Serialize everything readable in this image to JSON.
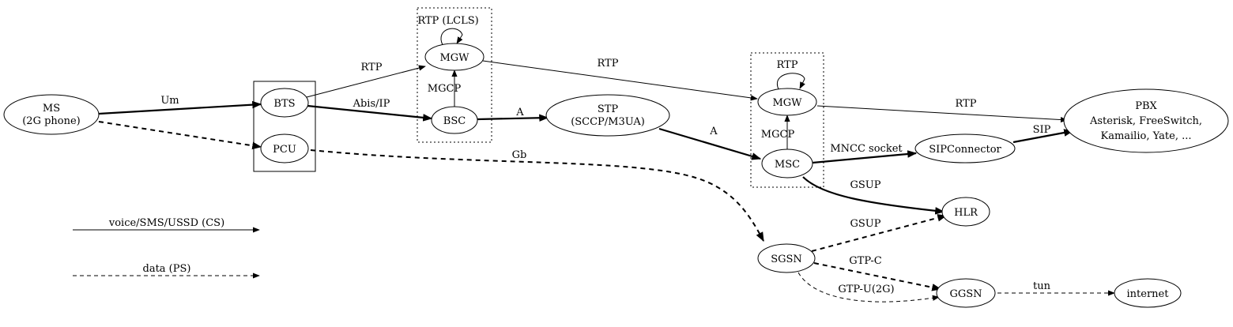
{
  "nodes": {
    "ms": [
      "MS",
      "(2G phone)"
    ],
    "bts": "BTS",
    "pcu": "PCU",
    "mgw_bsc": "MGW",
    "bsc": "BSC",
    "stp": [
      "STP",
      "(SCCP/M3UA)"
    ],
    "mgw_msc": "MGW",
    "msc": "MSC",
    "sipconnector": "SIPConnector",
    "pbx": [
      "PBX",
      "Asterisk, FreeSwitch,",
      "Kamailio, Yate, ..."
    ],
    "hlr": "HLR",
    "sgsn": "SGSN",
    "ggsn": "GGSN",
    "internet": "internet"
  },
  "edges": {
    "um": "Um",
    "abis": "Abis/IP",
    "rtp_bts_mgw": "RTP",
    "rtp_lcls": "RTP (LCLS)",
    "mgcp_bsc": "MGCP",
    "a_bsc_stp": "A",
    "a_stp_msc": "A",
    "rtp_mgw_mgw": "RTP",
    "rtp_msc_loop": "RTP",
    "mgcp_msc": "MGCP",
    "rtp_mgw_pbx": "RTP",
    "mncc": "MNCC socket",
    "sip": "SIP",
    "gsup_msc_hlr": "GSUP",
    "gsup_sgsn_hlr": "GSUP",
    "gb": "Gb",
    "gtpc": "GTP-C",
    "gtpu": "GTP-U(2G)",
    "tun": "tun"
  },
  "legend": {
    "cs": "voice/SMS/USSD (CS)",
    "ps": "data (PS)"
  }
}
